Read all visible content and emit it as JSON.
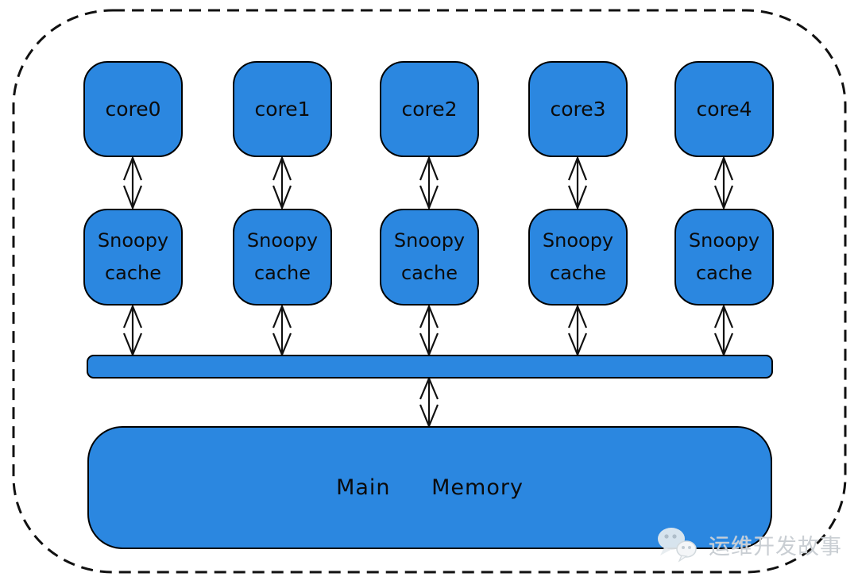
{
  "diagram": {
    "title_hint": "snoopy-cache-coherence-architecture",
    "cores": [
      "core0",
      "core1",
      "core2",
      "core3",
      "core4"
    ],
    "cache": {
      "line1": "Snoopy",
      "line2": "cache"
    },
    "memory": {
      "label": "Main Memory"
    },
    "colors": {
      "node_fill": "#2B87E0",
      "node_border": "#000000",
      "arrow": "#111111",
      "dashed_border": "#111111",
      "background": "#ffffff",
      "watermark": "#c9ced3"
    }
  },
  "watermark": {
    "icon": "wechat-icon",
    "text": "运维开发故事"
  }
}
